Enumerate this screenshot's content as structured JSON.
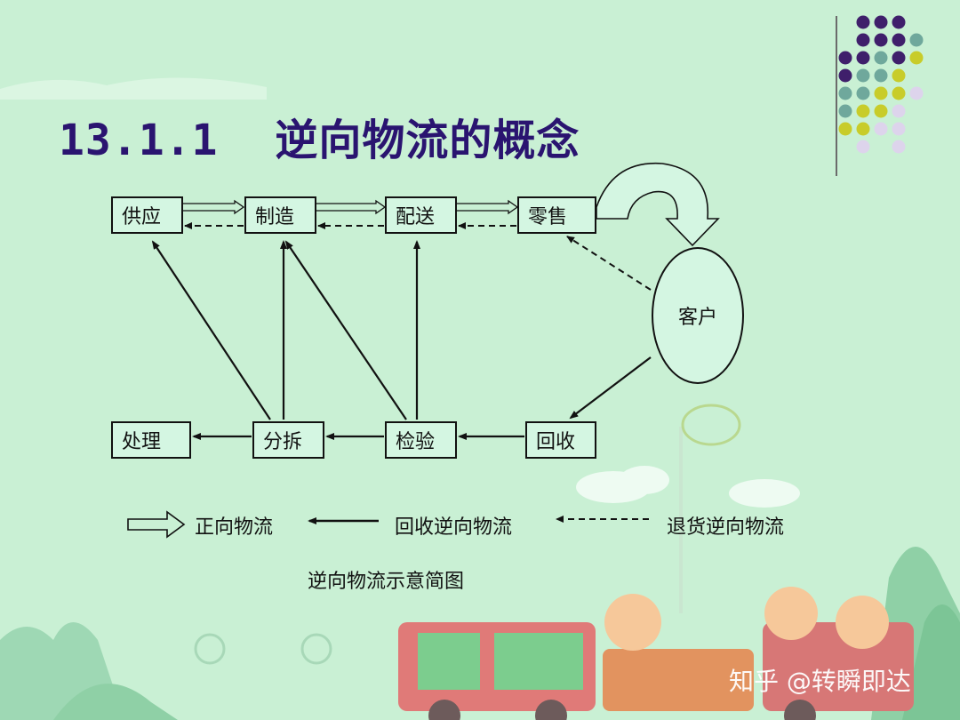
{
  "title": {
    "number": "13.1.1",
    "text": "逆向物流的概念"
  },
  "diagram": {
    "top_row": [
      "供应",
      "制造",
      "配送",
      "零售"
    ],
    "customer": "客户",
    "bottom_row": [
      "处理",
      "分拆",
      "检验",
      "回收"
    ]
  },
  "legend": {
    "forward": "正向物流",
    "recycle": "回收逆向物流",
    "return": "退货逆向物流"
  },
  "caption": "逆向物流示意简图",
  "watermark": "知乎 @转瞬即达",
  "colors": {
    "background": "#c9f0d4",
    "title": "#2a1470",
    "dot_purple": "#3f1f6b",
    "dot_teal": "#6fa89c",
    "dot_yellow": "#c8cc2a",
    "dot_lavender": "#ddd4ec"
  }
}
